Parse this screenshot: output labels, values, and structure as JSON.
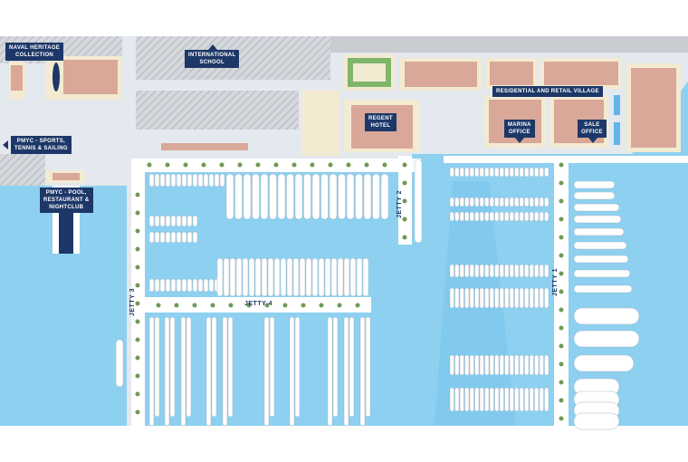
{
  "labels": {
    "naval_heritage": "NAVAL HERITAGE\nCOLLECTION",
    "international_school": "INTERNATIONAL\nSCHOOL",
    "pmyc_sports": "PMYC - SPORTS,\nTENNIS & SAILING",
    "pmyc_pool": "PMYC - POOL,\nRESTAURANT &\nNIGHTCLUB",
    "regent_hotel": "REGENT\nHOTEL",
    "residential_village": "RESIDENTIAL AND RETAIL VILLAGE",
    "marina_office": "MARINA\nOFFICE",
    "sale_office": "SALE\nOFFICE"
  },
  "jetties": {
    "jetty1": "JETTY 1",
    "jetty2": "JETTY 2",
    "jetty3": "JETTY 3",
    "jetty4": "JETTY 4"
  },
  "colors": {
    "water": "#8dd0f0",
    "land": "#e4e8ef",
    "quay": "#ffffff",
    "building": "#d9a898",
    "plot": "#f3ead2",
    "label": "#1d3868"
  }
}
